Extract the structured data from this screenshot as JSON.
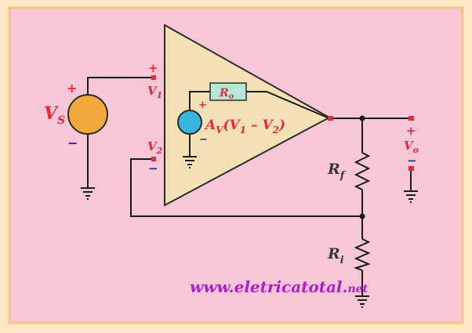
{
  "diagram": {
    "source_label": "V",
    "source_sub": "S",
    "input1_label": "V",
    "input1_sub": "1",
    "input2_label": "V",
    "input2_sub": "2",
    "ro_label": "R",
    "ro_sub": "o",
    "gain_prefix": "A",
    "gain_sub": "V",
    "gain_open": "(V",
    "gain_mid1": "1",
    "gain_minus": " – V",
    "gain_mid2": "2",
    "gain_close": ")",
    "output_label": "V",
    "output_sub": "o",
    "rf_label": "R",
    "rf_sub": "f",
    "ri_label": "R",
    "ri_sub": "i",
    "plus": "+",
    "minus": "−",
    "website": "www.eletricatotal.",
    "website_tld": "net"
  },
  "colors": {
    "frame_outer": "#fbe7c4",
    "frame_border": "#f2c48a",
    "panel": "#f7c7d8",
    "opamp_fill": "#f3e0b4",
    "opamp_stroke": "#2b2b2b",
    "source_fill": "#f2a93b",
    "dep_source_fill": "#39b5e0",
    "ro_box": "#b6e8d8",
    "accent_red": "#e8283c",
    "accent_blue": "#1e2fa8",
    "url": "#b01ec8"
  }
}
